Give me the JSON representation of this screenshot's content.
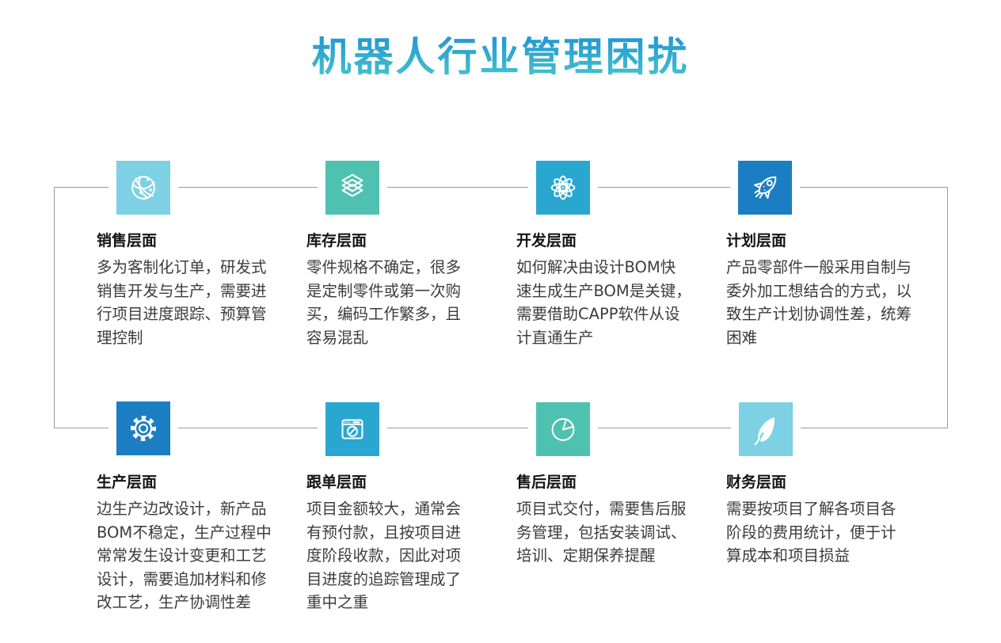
{
  "page": {
    "title": "机器人行业管理困扰",
    "title_gradient": {
      "top": "#2196d3",
      "bottom": "#47c5cd"
    },
    "background": "#ffffff",
    "connector_line_color": "#9b9b9b"
  },
  "cards": [
    {
      "id": "sales",
      "icon": "globe-network-icon",
      "tile_color": "#7ed1e4",
      "title": "销售层面",
      "body": "多为客制化订单，研发式\n销售开发与生产，需要进\n行项目进度跟踪、预算管\n理控制"
    },
    {
      "id": "inventory",
      "icon": "layers-icon",
      "tile_color": "#4fc1b0",
      "title": "库存层面",
      "body": "零件规格不确定，很多\n是定制零件或第一次购\n买，编码工作繁多，且\n容易混乱"
    },
    {
      "id": "development",
      "icon": "atom-icon",
      "tile_color": "#2aa7d0",
      "title": "开发层面",
      "body": "如何解决由设计BOM快\n速生成生产BOM是关键，\n需要借助CAPP软件从设\n计直通生产"
    },
    {
      "id": "planning",
      "icon": "rocket-icon",
      "tile_color": "#1b7ec2",
      "title": "计划层面",
      "body": "产品零部件一般采用自制与\n委外加工想结合的方式，以\n致生产计划协调性差，统筹\n困难"
    },
    {
      "id": "production",
      "icon": "gear-icon",
      "tile_color": "#1b7ec2",
      "title": "生产层面",
      "body": "边生产边改设计，新产品\nBOM不稳定，生产过程中\n常常发生设计变更和工艺\n设计，需要追加材料和修\n改工艺，生产协调性差"
    },
    {
      "id": "order-tracking",
      "icon": "browser-compass-icon",
      "tile_color": "#2aa7d0",
      "title": "跟单层面",
      "body": "项目金额较大，通常会\n有预付款，且按项目进\n度阶段收款，因此对项\n目进度的追踪管理成了\n重中之重"
    },
    {
      "id": "after-sales",
      "icon": "pie-chart-icon",
      "tile_color": "#4fc1b0",
      "title": "售后层面",
      "body": "项目式交付，需要售后服\n务管理，包括安装调试、\n培训、定期保养提醒"
    },
    {
      "id": "finance",
      "icon": "feather-icon",
      "tile_color": "#7ed1e4",
      "title": "财务层面",
      "body": "需要按项目了解各项目各\n阶段的费用统计，便于计\n算成本和项目损益"
    }
  ]
}
